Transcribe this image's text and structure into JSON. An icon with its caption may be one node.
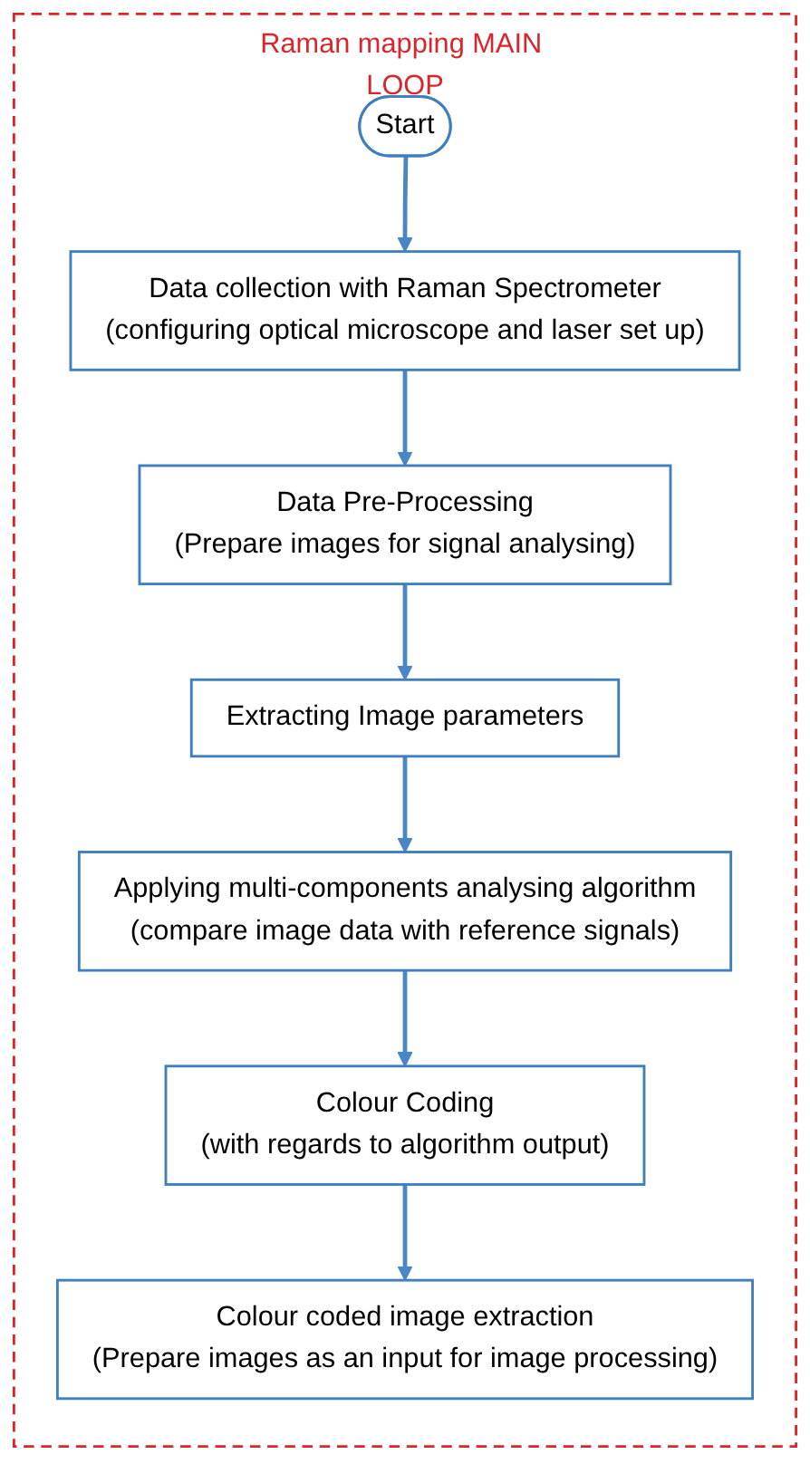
{
  "diagram": {
    "nodes": [
      {
        "text": [
          "Raman mapping MAIN LOOP"
        ]
      },
      {
        "text": [
          "Start"
        ],
        "in": 0
      },
      {
        "text": [
          "Data collection with Raman Spectrometer",
          "(configuring optical microscope and laser set up)"
        ],
        "in": 0
      },
      {
        "text": [
          "Data Pre-Processing",
          "(Prepare images for signal analysing)"
        ],
        "in": 0
      },
      {
        "text": [
          "Extracting Image parameters"
        ],
        "in": 0
      },
      {
        "text": [
          "Applying multi-components analysing algorithm",
          "(compare image data with reference signals)"
        ],
        "in": 0
      },
      {
        "text": [
          "Colour Coding",
          "(with regards to algorithm output)"
        ],
        "in": 0
      },
      {
        "text": [
          "Colour coded image extraction",
          "(Prepare images as an input for image processing)"
        ],
        "in": 0
      }
    ],
    "edges": [
      {
        "from": 1,
        "to": 2,
        "arrow": "to"
      },
      {
        "from": 2,
        "to": 3,
        "arrow": "to"
      },
      {
        "from": 3,
        "to": 4,
        "arrow": "to"
      },
      {
        "from": 4,
        "to": 5,
        "arrow": "to"
      },
      {
        "from": 5,
        "to": 6,
        "arrow": "to"
      },
      {
        "from": 6,
        "to": 7,
        "arrow": "to"
      }
    ]
  }
}
